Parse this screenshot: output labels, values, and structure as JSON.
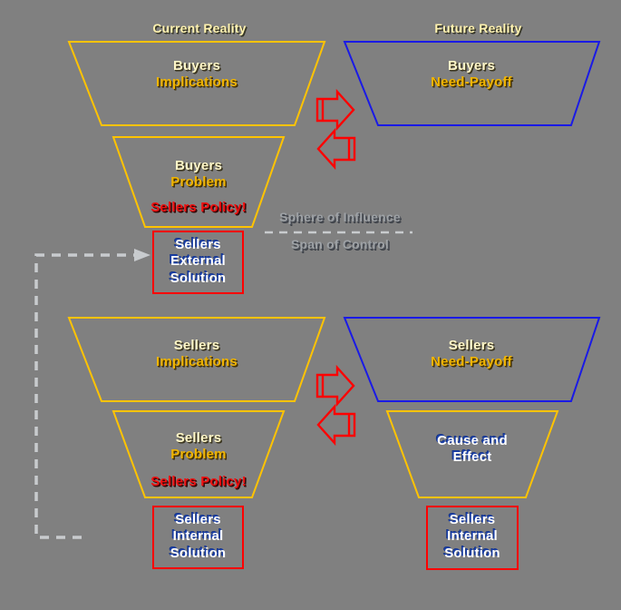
{
  "diagram": {
    "background_color": "#808080",
    "captions": {
      "current_reality": "Current Reality",
      "future_reality": "Future Reality"
    },
    "divider": {
      "above_label": "Sphere of Influence",
      "below_label": "Span of Control",
      "line_color": "#C8CBCE",
      "line_style": "dashed"
    },
    "colors": {
      "yellow": "#FFC300",
      "blue": "#1A1AE6",
      "red": "#FF0000",
      "cream_text": "#FFF7C8",
      "gold_text": "#F0B400",
      "red_text": "#F01010",
      "white_text": "#FFFFFF",
      "silver_text": "#9EA2A6"
    },
    "top_left_funnel": {
      "upper": {
        "line1": "Buyers",
        "line2": "Implications",
        "outline": "#FFC300"
      },
      "lower": {
        "line1": "Buyers",
        "line2": "Problem",
        "line3": "Sellers Policy!",
        "outline": "#FFC300"
      },
      "box": {
        "line1": "Sellers",
        "line2": "External",
        "line3": "Solution",
        "outline": "#FF0000"
      }
    },
    "top_right_funnel": {
      "upper": {
        "line1": "Buyers",
        "line2": "Need-Payoff",
        "outline": "#1A1AE6"
      }
    },
    "bottom_left_funnel": {
      "upper": {
        "line1": "Sellers",
        "line2": "Implications",
        "outline": "#FFC300"
      },
      "lower": {
        "line1": "Sellers",
        "line2": "Problem",
        "line3": "Sellers Policy!",
        "outline": "#FFC300"
      },
      "box": {
        "line1": "Sellers",
        "line2": "Internal",
        "line3": "Solution",
        "outline": "#FF0000"
      }
    },
    "bottom_right_funnel": {
      "upper": {
        "line1": "Sellers",
        "line2": "Need-Payoff",
        "outline": "#1A1AE6"
      },
      "lower": {
        "line1": "Cause and",
        "line2": "Effect",
        "outline": "#FFC300"
      },
      "box": {
        "line1": "Sellers",
        "line2": "Internal",
        "line3": "Solution",
        "outline": "#FF0000"
      }
    },
    "connectors": {
      "top_arrow_right": "arrow-right-icon",
      "top_arrow_left": "arrow-left-icon",
      "bottom_arrow_right": "arrow-right-icon",
      "bottom_arrow_left": "arrow-left-icon",
      "feedback_path": "dashed-feedback-arrow-icon"
    }
  }
}
